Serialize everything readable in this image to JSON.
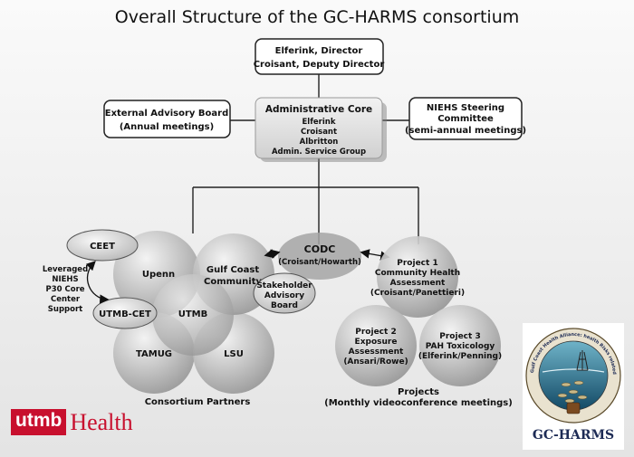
{
  "title": "Overall Structure of the GC-HARMS consortium",
  "director_box": {
    "line1": "Elferink, Director",
    "line2": "Croisant, Deputy Director"
  },
  "external_board": {
    "line1": "External Advisory Board",
    "line2": "(Annual meetings)"
  },
  "admin_core": {
    "heading": "Administrative Core",
    "members": [
      "Elferink",
      "Croisant",
      "Albritton",
      "Admin. Service Group"
    ]
  },
  "niehs_committee": {
    "line1": "NIEHS Steering",
    "line2": "Committee",
    "line3": "(semi-annual meetings)"
  },
  "partners": {
    "ceet": "CEET",
    "upenn": "Upenn",
    "utmb_cet": "UTMB-CET",
    "utmb": "UTMB",
    "tamug": "TAMUG",
    "lsu": "LSU",
    "gulf_coast": {
      "line1": "Gulf Coast",
      "line2": "Community"
    },
    "leveraged": [
      "Leveraged",
      "NIEHS",
      "P30 Core",
      "Center",
      "Support"
    ],
    "caption": "Consortium Partners"
  },
  "codc": {
    "line1": "CODC",
    "line2": "(Croisant/Howarth)"
  },
  "stakeholder": {
    "line1": "Stakeholder",
    "line2": "Advisory",
    "line3": "Board"
  },
  "projects": {
    "p1": [
      "Project 1",
      "Community Health",
      "Assessment",
      "(Croisant/Panettieri)"
    ],
    "p2": [
      "Project 2",
      "Exposure",
      "Assessment",
      "(Ansari/Rowe)"
    ],
    "p3": [
      "Project 3",
      "PAH Toxicology",
      "(Elferink/Penning)"
    ],
    "caption1": "Projects",
    "caption2": "(Monthly videoconference meetings)"
  },
  "utmb_logo": {
    "mark": "utmb",
    "text": "Health"
  },
  "gc_logo": {
    "ring_text": "Gulf Coast Health Alliance: health Risks related to the Macondo Spill",
    "name": "GC-HARMS"
  }
}
